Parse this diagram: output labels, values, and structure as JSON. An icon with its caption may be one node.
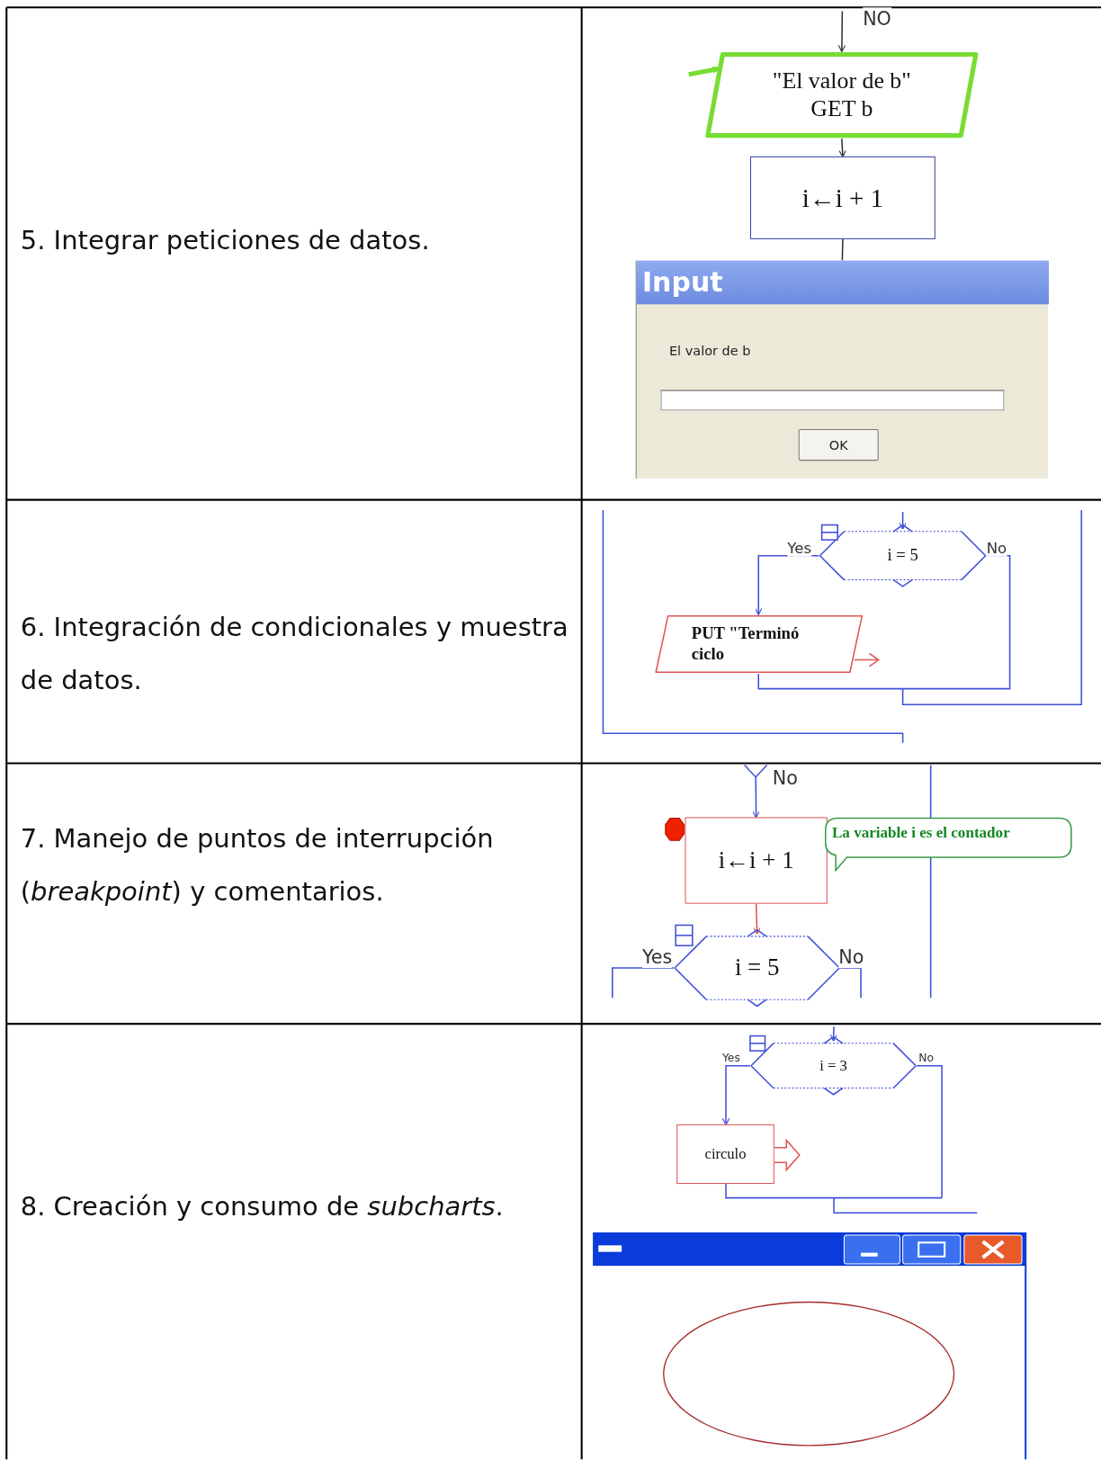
{
  "diagram": {
    "nodes": [
      {
        "text": [
          "\"El valor de b\"",
          "GET b"
        ]
      },
      {
        "text": [
          "i←i + 1"
        ]
      },
      {
        "text": [
          "Input",
          "El valor de b"
        ]
      },
      {
        "text": [],
        "shape": "box",
        "in": 2
      },
      {
        "text": [
          "OK"
        ],
        "in": 2
      },
      {
        "text": [
          "i = 5"
        ]
      },
      {
        "text": [
          "PUT \"Terminó ciclo"
        ]
      },
      {
        "text": [
          "i←i + 1"
        ]
      },
      {
        "text": [
          "La variable i es el contador"
        ]
      },
      {
        "text": [
          "i = 5"
        ]
      },
      {
        "text": [
          "i = 3"
        ]
      },
      {
        "text": [
          "circulo"
        ]
      }
    ],
    "edges": [
      {
        "from": null,
        "to": 0,
        "arrow": "to",
        "label": "NO",
        "color": "#333333"
      },
      {
        "from": null,
        "to": 0,
        "arrow": "to",
        "style": "thick",
        "color": "#77dd33"
      },
      {
        "from": 0,
        "to": 1,
        "arrow": "to",
        "color": "#333333"
      },
      {
        "from": 1,
        "to": 2,
        "arrow": "none",
        "color": "#333333"
      },
      {
        "from": null,
        "to": 5,
        "arrow": "to"
      },
      {
        "from": 5,
        "to": 6,
        "arrow": "to",
        "label": "Yes"
      },
      {
        "from": 5,
        "to": null,
        "arrow": "none",
        "label": "No"
      },
      {
        "from": 6,
        "to": null,
        "arrow": "none"
      },
      {
        "from": null,
        "to": 7,
        "arrow": "to",
        "label": "No"
      },
      {
        "from": 7,
        "to": 9,
        "arrow": "to",
        "color": "#e05555"
      },
      {
        "from": 9,
        "to": null,
        "arrow": "none",
        "label": "Yes"
      },
      {
        "from": 9,
        "to": null,
        "arrow": "none",
        "label": "No"
      },
      {
        "from": null,
        "to": 10,
        "arrow": "to"
      },
      {
        "from": 10,
        "to": 11,
        "arrow": "to",
        "label": "Yes"
      },
      {
        "from": 10,
        "to": null,
        "arrow": "none",
        "label": "No"
      },
      {
        "from": 11,
        "to": null,
        "arrow": "none"
      }
    ],
    "labels": [
      "5. Integrar peticiones de datos.",
      "6. Integración de condicionales y muestra de datos.",
      "7. Manejo de puntos de interrupción (*breakpoint*) y comentarios.",
      "8. Creación y consumo de *subcharts*."
    ]
  }
}
